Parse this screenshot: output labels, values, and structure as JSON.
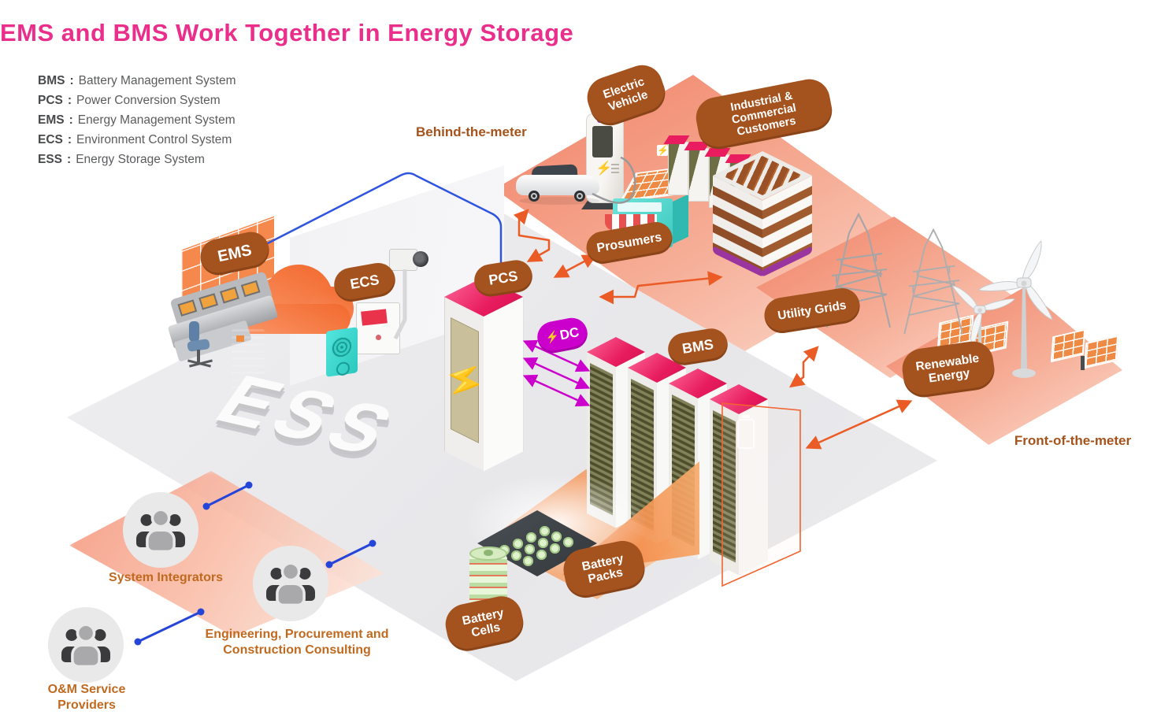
{
  "title": "EMS and BMS Work Together in Energy Storage",
  "legend": {
    "separator": ":",
    "items": [
      {
        "abbr": "BMS",
        "name": "Battery Management System"
      },
      {
        "abbr": "PCS",
        "name": "Power Conversion System"
      },
      {
        "abbr": "EMS",
        "name": "Energy Management System"
      },
      {
        "abbr": "ECS",
        "name": "Environment Control System"
      },
      {
        "abbr": "ESS",
        "name": "Energy Storage System"
      }
    ]
  },
  "zones": {
    "behind_the_meter": "Behind-the-meter",
    "front_of_the_meter": "Front-of-the-meter"
  },
  "ess_3d": "ESS",
  "badges": {
    "ems": "EMS",
    "ecs": "ECS",
    "pcs": "PCS",
    "bms": "BMS",
    "dc": "DC",
    "electric_vehicle": "Electric Vehicle",
    "industrial_commercial": "Industrial & Commercial Customers",
    "prosumers": "Prosumers",
    "utility_grids": "Utility Grids",
    "renewable_energy": "Renewable Energy",
    "battery_packs": "Battery Packs",
    "battery_cells": "Battery Cells"
  },
  "services": [
    {
      "label": "System Integrators"
    },
    {
      "label": "Engineering, Procurement and Construction Consulting"
    },
    {
      "label": "O&M Service Providers"
    }
  ],
  "icons": {
    "lightning": "⚡"
  },
  "colors": {
    "title_pink": "#EA2E8B",
    "badge_brown": "#A4531F",
    "label_brown": "#A6531B",
    "arrow_orange": "#EB5B25",
    "dc_magenta": "#CC00CC",
    "connector_blue": "#2F55E0",
    "cabinet_crimson": "#E81C5F",
    "floor_salmon": "#F2856A"
  }
}
